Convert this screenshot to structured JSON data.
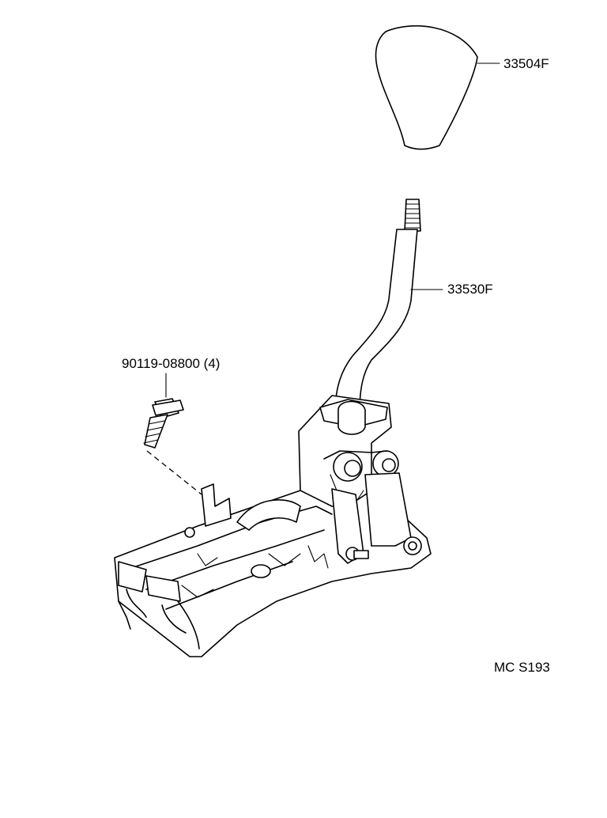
{
  "parts": {
    "shift_knob": {
      "part_no": "33504F"
    },
    "shift_lever": {
      "part_no": "33530F"
    },
    "bolt": {
      "part_no": "90119-08800 (4)"
    }
  },
  "figure_code": "MC  S193"
}
